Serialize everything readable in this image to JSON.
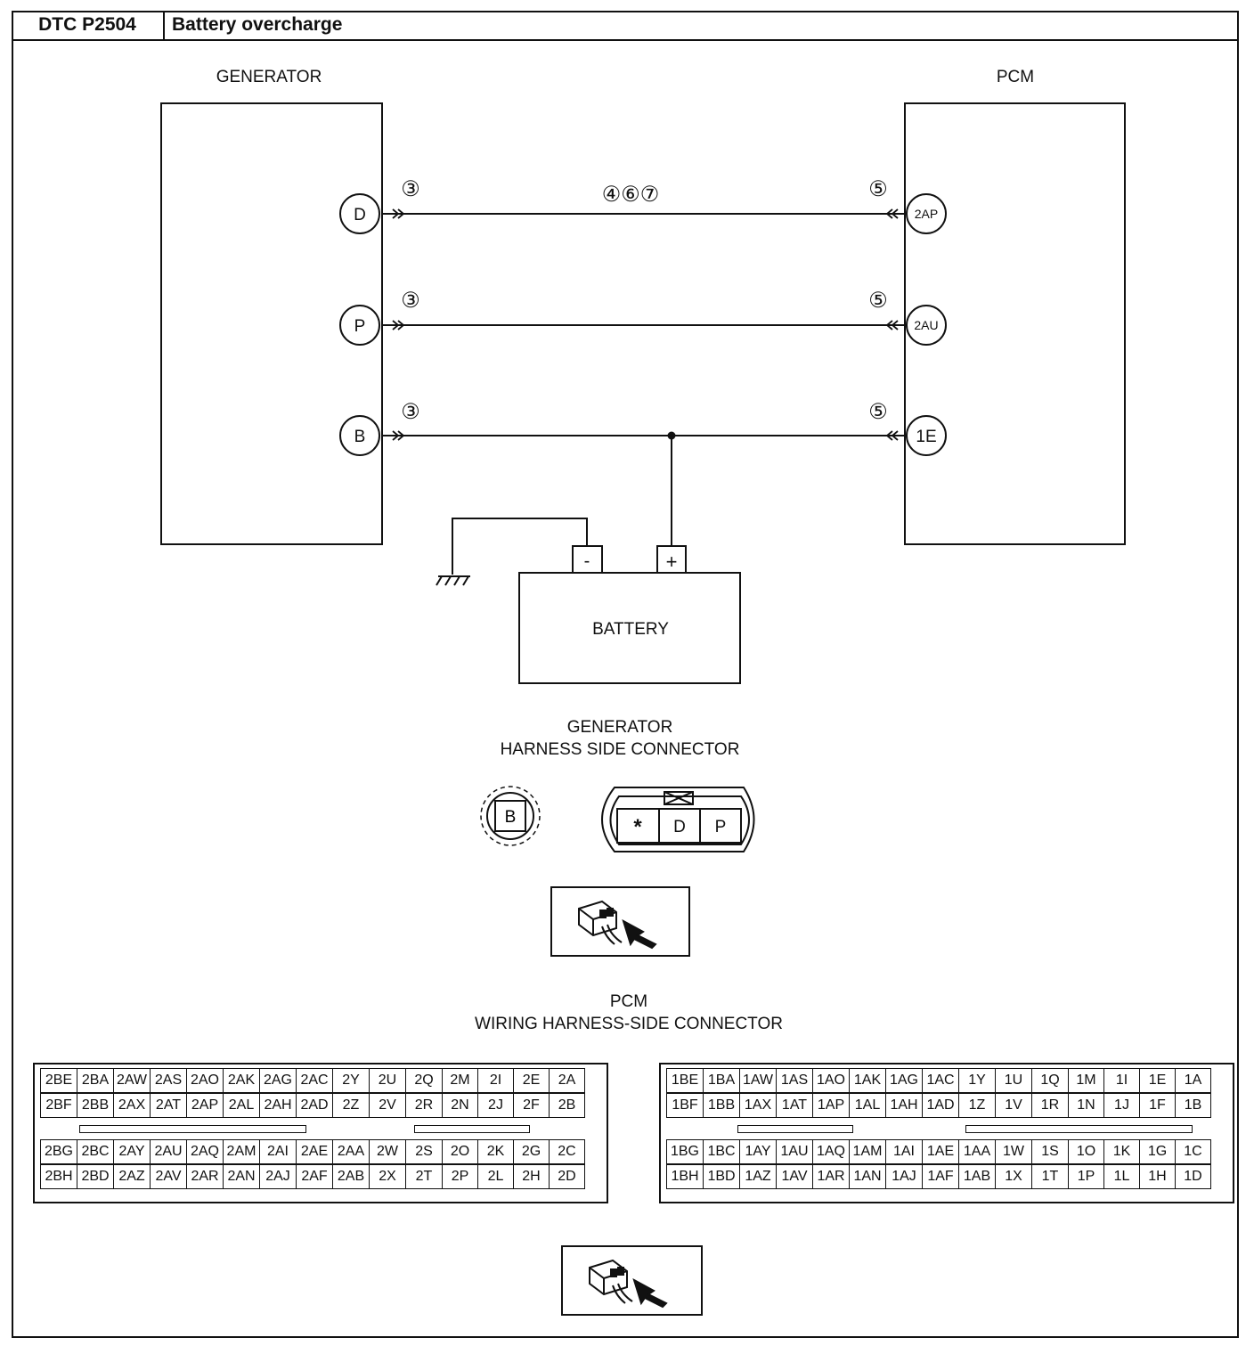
{
  "header": {
    "dtc_code": "DTC P2504",
    "dtc_title": "Battery overcharge"
  },
  "components": {
    "generator": "GENERATOR",
    "pcm": "PCM",
    "battery": "BATTERY"
  },
  "generator_terminals": [
    "D",
    "P",
    "B"
  ],
  "pcm_terminals": [
    "2AP",
    "2AU",
    "1E"
  ],
  "step_markers": {
    "generator_side": "③",
    "pcm_side": "⑤",
    "mid_line": "④⑥⑦"
  },
  "battery_terminals": {
    "negative": "-",
    "positive": "+"
  },
  "generator_connector": {
    "title_line1": "GENERATOR",
    "title_line2": "HARNESS SIDE CONNECTOR",
    "single_pin": "B",
    "pins": [
      "*",
      "D",
      "P"
    ]
  },
  "pcm_connector": {
    "title_line1": "PCM",
    "title_line2": "WIRING HARNESS-SIDE CONNECTOR",
    "block2": {
      "upper": [
        [
          "2BE",
          "2BA",
          "2AW",
          "2AS",
          "2AO",
          "2AK",
          "2AG",
          "2AC",
          "2Y",
          "2U",
          "2Q",
          "2M",
          "2I",
          "2E",
          "2A"
        ],
        [
          "2BF",
          "2BB",
          "2AX",
          "2AT",
          "2AP",
          "2AL",
          "2AH",
          "2AD",
          "2Z",
          "2V",
          "2R",
          "2N",
          "2J",
          "2F",
          "2B"
        ]
      ],
      "lower": [
        [
          "2BG",
          "2BC",
          "2AY",
          "2AU",
          "2AQ",
          "2AM",
          "2AI",
          "2AE",
          "2AA",
          "2W",
          "2S",
          "2O",
          "2K",
          "2G",
          "2C"
        ],
        [
          "2BH",
          "2BD",
          "2AZ",
          "2AV",
          "2AR",
          "2AN",
          "2AJ",
          "2AF",
          "2AB",
          "2X",
          "2T",
          "2P",
          "2L",
          "2H",
          "2D"
        ]
      ]
    },
    "block1": {
      "upper": [
        [
          "1BE",
          "1BA",
          "1AW",
          "1AS",
          "1AO",
          "1AK",
          "1AG",
          "1AC",
          "1Y",
          "1U",
          "1Q",
          "1M",
          "1I",
          "1E",
          "1A"
        ],
        [
          "1BF",
          "1BB",
          "1AX",
          "1AT",
          "1AP",
          "1AL",
          "1AH",
          "1AD",
          "1Z",
          "1V",
          "1R",
          "1N",
          "1J",
          "1F",
          "1B"
        ]
      ],
      "lower": [
        [
          "1BG",
          "1BC",
          "1AY",
          "1AU",
          "1AQ",
          "1AM",
          "1AI",
          "1AE",
          "1AA",
          "1W",
          "1S",
          "1O",
          "1K",
          "1G",
          "1C"
        ],
        [
          "1BH",
          "1BD",
          "1AZ",
          "1AV",
          "1AR",
          "1AN",
          "1AJ",
          "1AF",
          "1AB",
          "1X",
          "1T",
          "1P",
          "1L",
          "1H",
          "1D"
        ]
      ]
    }
  },
  "colors": {
    "line": "#111111",
    "background": "#ffffff"
  }
}
